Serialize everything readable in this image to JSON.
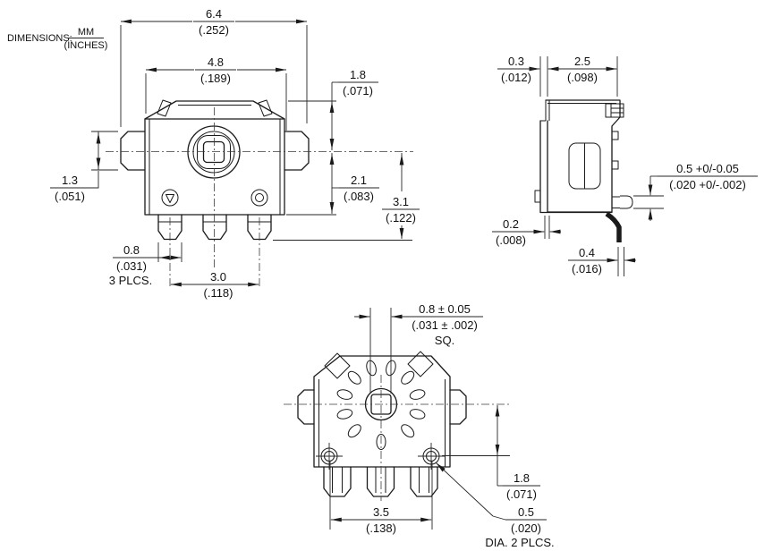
{
  "note": {
    "label": "DIMENSIONS:",
    "mm": "MM",
    "inches": "(INCHES)"
  },
  "front": {
    "outer_w_mm": "6.4",
    "outer_w_in": "(.252)",
    "body_w_mm": "4.8",
    "body_w_in": "(.189)",
    "top_h_mm": "1.8",
    "top_h_in": "(.071)",
    "mid_h_mm": "2.1",
    "mid_h_in": "(.083)",
    "total_h_mm": "3.1",
    "total_h_in": "(.122)",
    "ear_mm": "1.3",
    "ear_in": "(.051)",
    "leg_w_mm": "0.8",
    "leg_w_in": "(.031)",
    "leg_note": "3 PLCS.",
    "pitch_mm": "3.0",
    "pitch_in": "(.118)"
  },
  "side": {
    "plate_mm": "0.3",
    "plate_in": "(.012)",
    "body_mm": "2.5",
    "body_in": "(.098)",
    "pin_mm": "0.5 +0/-0.05",
    "pin_in": "(.020 +0/-.002)",
    "gap_mm": "0.2",
    "gap_in": "(.008)",
    "lead_mm": "0.4",
    "lead_in": "(.016)"
  },
  "bottom": {
    "shaft_mm": "0.8 ± 0.05",
    "shaft_in": "(.031 ± .002)",
    "shaft_note": "SQ.",
    "offset_mm": "1.8",
    "offset_in": "(.071)",
    "pitch_mm": "3.5",
    "pitch_in": "(.138)",
    "dia_mm": "0.5",
    "dia_in": "(.020)",
    "dia_note": "DIA. 2 PLCS."
  }
}
